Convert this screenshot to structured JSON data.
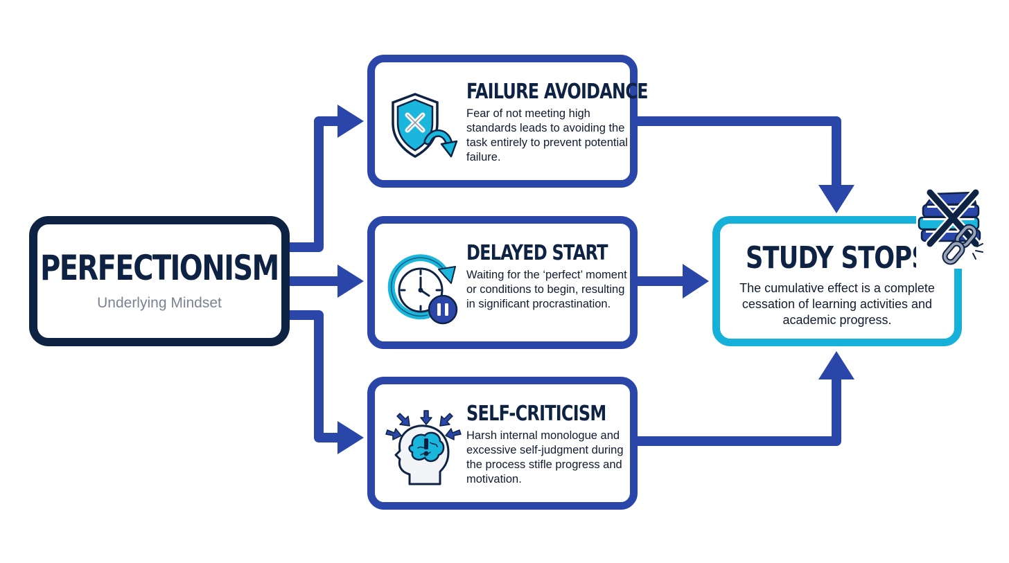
{
  "source": {
    "title": "PERFECTIONISM",
    "subtitle": "Underlying Mindset"
  },
  "steps": [
    {
      "title": "FAILURE AVOIDANCE",
      "description": "Fear of not meeting high standards leads to avoiding the task entirely to prevent potential failure.",
      "icon": "shield-x-icon"
    },
    {
      "title": "DELAYED START",
      "description": "Waiting for the ‘perfect’ moment or conditions to begin, resulting in significant procrastination.",
      "icon": "clock-pause-icon"
    },
    {
      "title": "SELF-CRITICISM",
      "description": "Harsh internal monologue and excessive self-judgment during the process stifle progress and motivation.",
      "icon": "head-brain-icon"
    }
  ],
  "result": {
    "title": "STUDY STOPS",
    "description": "The cumulative effect is a complete cessation of learning activities and academic progress.",
    "icon": "crossed-books-broken-chain-icon"
  },
  "colors": {
    "navy": "#0e2243",
    "royal_blue": "#2a46a8",
    "cyan": "#15b1d9",
    "icon_cyan": "#1ab6dc",
    "grey_text": "#7b8390"
  }
}
